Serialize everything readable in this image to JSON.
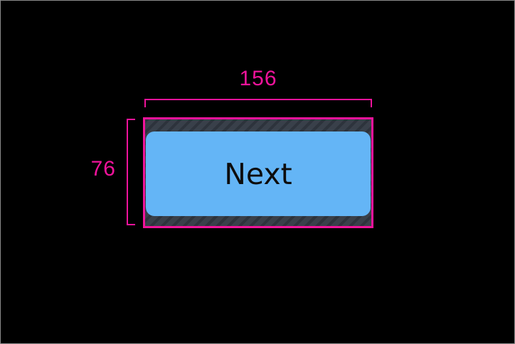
{
  "theme": {
    "background": "#000000",
    "frame_border": "#8c8c8c",
    "accent": "#F1139B",
    "padding_fill": "#39404A",
    "padding_stripe": "#2D333C",
    "button_fill": "#64B5F6",
    "button_text": "#0D0D0D"
  },
  "measurements": {
    "width": "156",
    "height": "76"
  },
  "button": {
    "label": "Next"
  }
}
